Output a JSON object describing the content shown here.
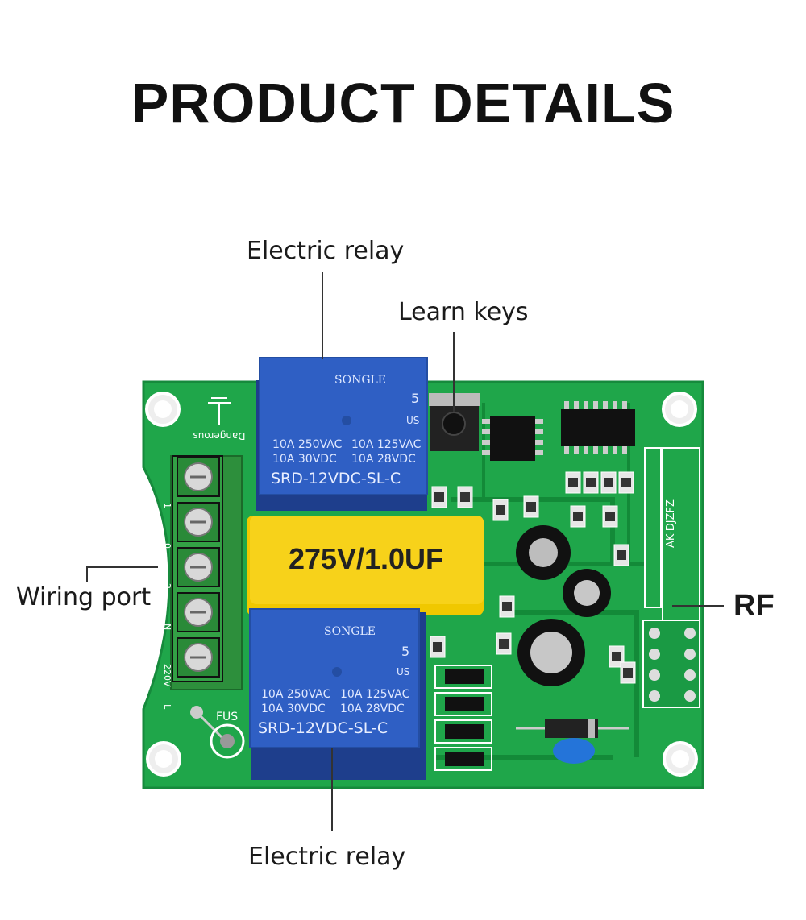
{
  "title": "PRODUCT DETAILS",
  "callouts": {
    "top_relay": "Electric relay",
    "learn_keys": "Learn keys",
    "wiring_port": "Wiring port",
    "rf": "RF",
    "bottom_relay": "Electric relay"
  },
  "board": {
    "capacitor_label": "275V/1.0UF",
    "silkscreen_dangerous": "Dangerous",
    "silkscreen_fus": "FUS",
    "silkscreen_model": "AK-DJZFZ",
    "terminal_labels": [
      "1",
      "0",
      "2",
      "N",
      "220V",
      "L"
    ],
    "relay_top": {
      "brand": "SONGLE",
      "rating_left_1": "10A 250VAC",
      "rating_left_2": "10A 30VDC",
      "rating_right_1": "10A 125VAC",
      "rating_right_2": "10A 28VDC",
      "model": "SRD-12VDC-SL-C",
      "num": "5",
      "us": "US"
    },
    "relay_bottom": {
      "brand": "SONGLE",
      "rating_left_1": "10A 250VAC",
      "rating_left_2": "10A 30VDC",
      "rating_right_1": "10A 125VAC",
      "rating_right_2": "10A 28VDC",
      "model": "SRD-12VDC-SL-C",
      "num": "5",
      "us": "US"
    },
    "colors": {
      "pcb": "#1fa64a",
      "pcb_dark": "#138a38",
      "relay": "#2f5fc4",
      "capacitor": "#f7d21a",
      "terminal": "#2d8f3c"
    }
  }
}
